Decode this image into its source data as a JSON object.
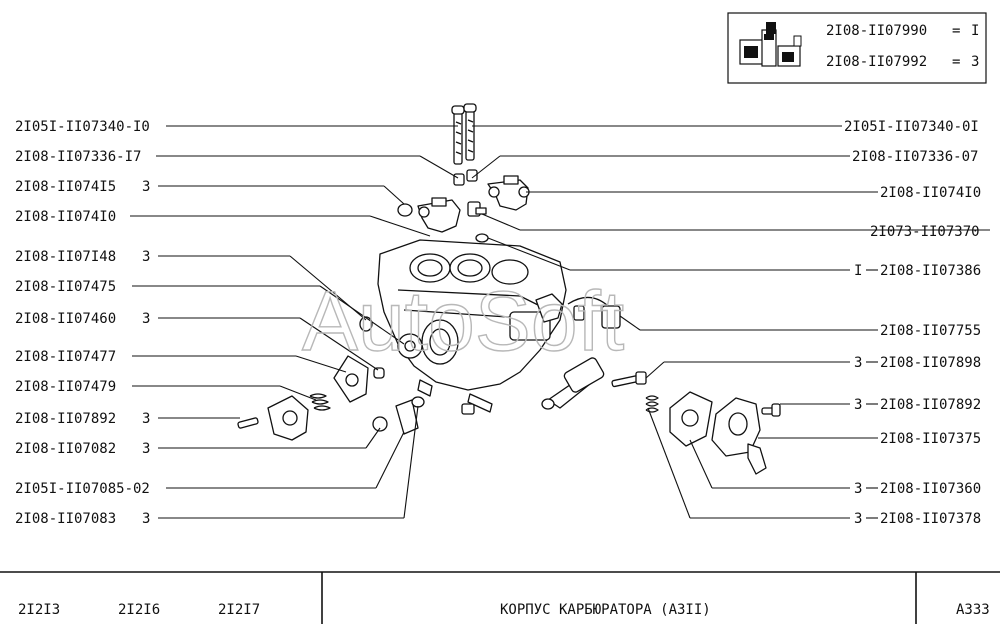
{
  "legend": {
    "rows": [
      {
        "part": "2I08-II07990",
        "sign": "=",
        "value": "I"
      },
      {
        "part": "2I08-II07992",
        "sign": "=",
        "value": "3"
      }
    ]
  },
  "watermark": "AutoSoft",
  "callouts_left": [
    {
      "part": "2I05I-II07340-I0",
      "qty": ""
    },
    {
      "part": "2I08-II07336-I7",
      "qty": ""
    },
    {
      "part": "2I08-II074I5",
      "qty": "3"
    },
    {
      "part": "2I08-II074I0",
      "qty": ""
    },
    {
      "part": "2I08-II07I48",
      "qty": "3"
    },
    {
      "part": "2I08-II07475",
      "qty": ""
    },
    {
      "part": "2I08-II07460",
      "qty": "3"
    },
    {
      "part": "2I08-II07477",
      "qty": ""
    },
    {
      "part": "2I08-II07479",
      "qty": ""
    },
    {
      "part": "2I08-II07892",
      "qty": "3"
    },
    {
      "part": "2I08-II07082",
      "qty": "3"
    },
    {
      "part": "2I05I-II07085-02",
      "qty": ""
    },
    {
      "part": "2I08-II07083",
      "qty": "3"
    }
  ],
  "callouts_right": [
    {
      "part": "2I05I-II07340-0I",
      "qty": ""
    },
    {
      "part": "2I08-II07336-07",
      "qty": ""
    },
    {
      "part": "2I08-II074I0",
      "qty": ""
    },
    {
      "part": "2I073-II07370",
      "qty": ""
    },
    {
      "part": "2I08-II07386",
      "qty": "I"
    },
    {
      "part": "2I08-II07755",
      "qty": ""
    },
    {
      "part": "2I08-II07898",
      "qty": "3"
    },
    {
      "part": "2I08-II07892",
      "qty": "3"
    },
    {
      "part": "2I08-II07375",
      "qty": ""
    },
    {
      "part": "2I08-II07360",
      "qty": "3"
    },
    {
      "part": "2I08-II07378",
      "qty": "3"
    }
  ],
  "footer": {
    "models": [
      "2I2I3",
      "2I2I6",
      "2I2I7"
    ],
    "title": "КОРПУС КАРБЮРАТОРА (А3II)",
    "page": "А333"
  }
}
